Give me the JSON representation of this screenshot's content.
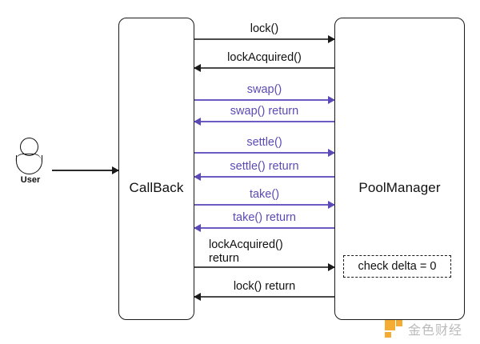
{
  "diagram": {
    "type": "sequence-diagram",
    "actor": {
      "label": "User",
      "icon": "user-actor-icon"
    },
    "lifelines": [
      {
        "id": "callback",
        "label": "CallBack"
      },
      {
        "id": "poolmanager",
        "label": "PoolManager"
      }
    ],
    "initial_message": {
      "label": "",
      "from": "User",
      "to": "CallBack",
      "direction": "right",
      "color": "#2a2a2a"
    },
    "messages": [
      {
        "label": "lock()",
        "direction": "right",
        "color": "#1a1a1a",
        "from": "CallBack",
        "to": "PoolManager"
      },
      {
        "label": "lockAcquired()",
        "direction": "left",
        "color": "#1a1a1a",
        "from": "PoolManager",
        "to": "CallBack"
      },
      {
        "label": "swap()",
        "direction": "right",
        "color": "#5b4ab5",
        "from": "CallBack",
        "to": "PoolManager"
      },
      {
        "label": "swap() return",
        "direction": "left",
        "color": "#5b4ab5",
        "from": "PoolManager",
        "to": "CallBack"
      },
      {
        "label": "settle()",
        "direction": "right",
        "color": "#5b4ab5",
        "from": "CallBack",
        "to": "PoolManager"
      },
      {
        "label": "settle() return",
        "direction": "left",
        "color": "#5b4ab5",
        "from": "PoolManager",
        "to": "CallBack"
      },
      {
        "label": "take()",
        "direction": "right",
        "color": "#5b4ab5",
        "from": "CallBack",
        "to": "PoolManager"
      },
      {
        "label": "take() return",
        "direction": "left",
        "color": "#5b4ab5",
        "from": "PoolManager",
        "to": "CallBack"
      },
      {
        "label": "lockAcquired()\nreturn",
        "direction": "right",
        "color": "#1a1a1a",
        "from": "CallBack",
        "to": "PoolManager"
      },
      {
        "label": "lock() return",
        "direction": "left",
        "color": "#1a1a1a",
        "from": "PoolManager",
        "to": "CallBack"
      }
    ],
    "note": {
      "label": "check delta = 0",
      "style": "dashed"
    }
  },
  "watermark": {
    "text": "金色财经",
    "logo_color": "#f5a623"
  }
}
